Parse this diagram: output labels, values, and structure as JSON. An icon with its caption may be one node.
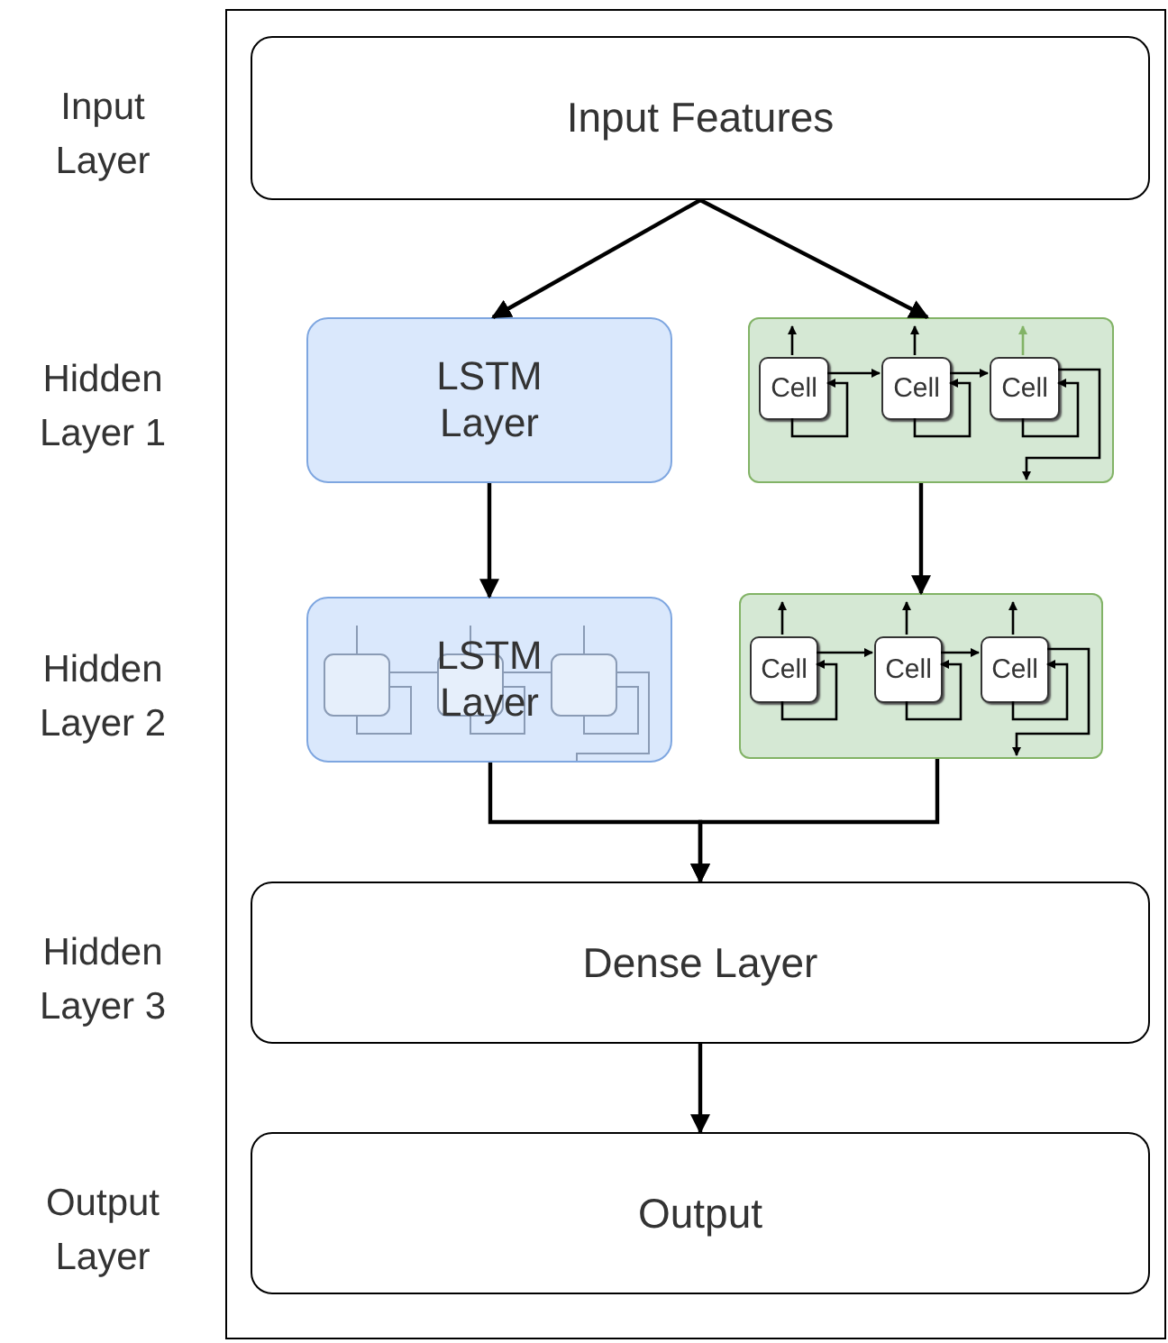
{
  "diagram": {
    "nodes": [
      {
        "text": [
          "Input Features"
        ]
      },
      {
        "text": [
          "LSTM Layer"
        ]
      },
      {
        "text": [],
        "shape": "box"
      },
      {
        "text": [
          "Cell"
        ],
        "in": 2
      },
      {
        "text": [
          "Cell"
        ],
        "in": 2
      },
      {
        "text": [
          "Cell"
        ],
        "in": 2
      },
      {
        "text": [
          "LSTM Layer"
        ]
      },
      {
        "text": [],
        "shape": "box"
      },
      {
        "text": [
          "Cell"
        ],
        "in": 7
      },
      {
        "text": [
          "Cell"
        ],
        "in": 7
      },
      {
        "text": [
          "Cell"
        ],
        "in": 7
      },
      {
        "text": [
          "Dense Layer"
        ]
      },
      {
        "text": [
          "Output"
        ]
      }
    ],
    "edges": [
      {
        "from": 0,
        "to": 1,
        "arrow": "to"
      },
      {
        "from": 0,
        "to": 2,
        "arrow": "to"
      },
      {
        "from": 1,
        "to": 6,
        "arrow": "to"
      },
      {
        "from": 2,
        "to": 7,
        "arrow": "to"
      },
      {
        "from": 6,
        "to": 11,
        "arrow": "to"
      },
      {
        "from": 7,
        "to": 11,
        "arrow": "to"
      },
      {
        "from": 11,
        "to": 12,
        "arrow": "to"
      },
      {
        "from": 3,
        "to": 4,
        "arrow": "to"
      },
      {
        "from": 4,
        "to": 5,
        "arrow": "to"
      },
      {
        "from": 3,
        "to": 3,
        "arrow": "to"
      },
      {
        "from": 4,
        "to": 4,
        "arrow": "to"
      },
      {
        "from": 5,
        "to": 5,
        "arrow": "to"
      },
      {
        "from": 3,
        "to": null,
        "arrow": "to"
      },
      {
        "from": 4,
        "to": null,
        "arrow": "to"
      },
      {
        "from": 5,
        "to": null,
        "arrow": "to",
        "color": "#82b366"
      },
      {
        "from": 5,
        "to": null,
        "arrow": "to"
      },
      {
        "from": 8,
        "to": 9,
        "arrow": "to"
      },
      {
        "from": 9,
        "to": 10,
        "arrow": "to"
      },
      {
        "from": 8,
        "to": 8,
        "arrow": "to"
      },
      {
        "from": 9,
        "to": 9,
        "arrow": "to"
      },
      {
        "from": 10,
        "to": 10,
        "arrow": "to"
      },
      {
        "from": 8,
        "to": null,
        "arrow": "to"
      },
      {
        "from": 9,
        "to": null,
        "arrow": "to"
      },
      {
        "from": 10,
        "to": null,
        "arrow": "to"
      },
      {
        "from": 10,
        "to": null,
        "arrow": "to"
      }
    ],
    "labels": [
      "Input Layer",
      "Hidden Layer 1",
      "Hidden Layer 2",
      "Hidden Layer 3",
      "Output Layer"
    ]
  }
}
